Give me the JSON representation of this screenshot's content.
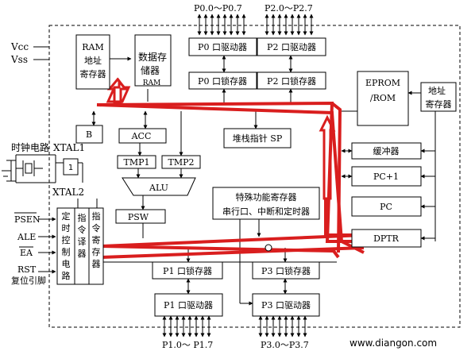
{
  "ports": {
    "p0_pins": "P0.0～P0.7",
    "p2_pins": "P2.0～P2.7",
    "p1_pins": "P1.0～ P1.7",
    "p3_pins": "P3.0～P3.7"
  },
  "power": {
    "vcc": "Vcc",
    "vss": "Vss"
  },
  "blocks": {
    "ram_addr": [
      "RAM",
      "地址",
      "寄存器"
    ],
    "data_mem": [
      "数据存",
      "储器",
      "RAM"
    ],
    "p0_driver": "P0 口驱动器",
    "p2_driver": "P2 口驱动器",
    "p0_latch": "P0 口锁存器",
    "p2_latch": "P2 口锁存器",
    "eprom": [
      "EPROM",
      "/ROM"
    ],
    "addr_reg": [
      "地址",
      "寄存器"
    ],
    "b": "B",
    "acc": "ACC",
    "stack_pointer": "堆栈指针 SP",
    "buffer": "缓冲器",
    "pc_plus1": "PC+1",
    "pc": "PC",
    "dptr": "DPTR",
    "tmp1": "TMP1",
    "tmp2": "TMP2",
    "alu": "ALU",
    "psw": "PSW",
    "sfr": [
      "特殊功能寄存器",
      "串行口、中断和定时器"
    ],
    "timing_ctrl": [
      "定",
      "时",
      "控",
      "制",
      "电",
      "路"
    ],
    "instr_decoder": [
      "指",
      "令",
      "译",
      "器"
    ],
    "instr_reg": [
      "指",
      "令",
      "寄",
      "存",
      "器"
    ],
    "p1_latch": "P1 口锁存器",
    "p3_latch": "P3 口锁存器",
    "p1_driver": "P1 口驱动器",
    "p3_driver": "P3 口驱动器"
  },
  "clock": {
    "title": "时钟电路",
    "xtal1": "XTAL1",
    "xtal2": "XTAL2"
  },
  "signals": {
    "psen": "PSEN",
    "ale": "ALE",
    "ea": "EA",
    "rst": "RST",
    "rst_desc": "复位引脚"
  },
  "watermark": "www.diangon.com",
  "colors": {
    "highlight": "#d91e1e",
    "line": "#000000",
    "background": "#ffffff"
  }
}
